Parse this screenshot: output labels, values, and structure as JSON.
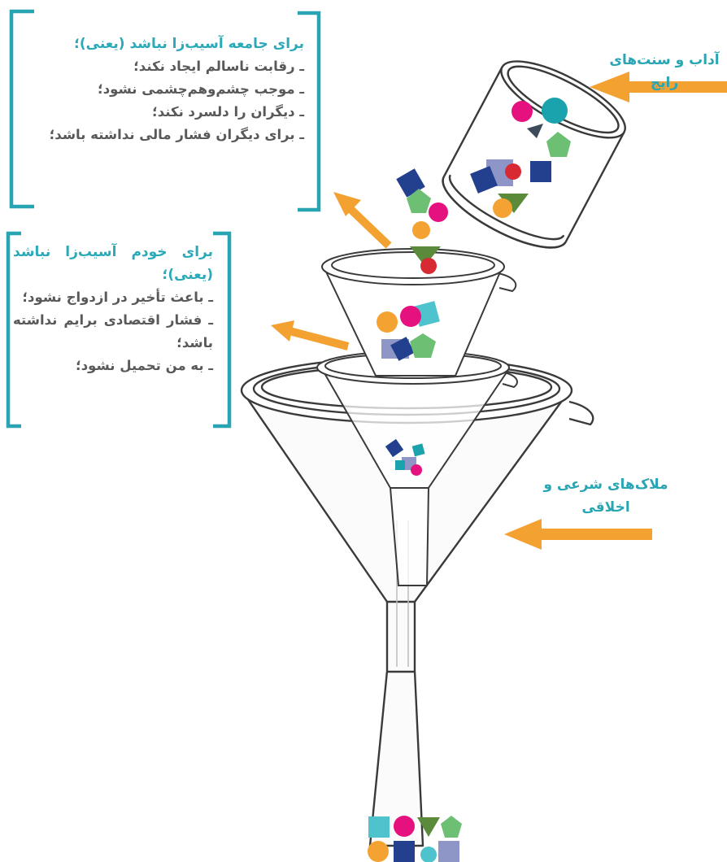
{
  "society_box": {
    "title": "برای جامعه آسیب‌زا نباشد (یعنی)؛",
    "items": [
      "ـ رقابت ناسالم ایجاد نکند؛",
      "ـ موجب چشم‌وهم‌چشمی نشود؛",
      "ـ دیگران را دلسرد نکند؛",
      "ـ برای دیگران فشار مالی نداشته باشد؛"
    ]
  },
  "self_box": {
    "title": "برای خودم آسیب‌زا نباشد (یعنی)؛",
    "items": [
      "ـ باعث تأخیر در ازدواج نشود؛",
      "ـ فشار اقتصادی برایم نداشته باشد؛",
      "ـ به من تحمیل نشود؛"
    ]
  },
  "customs_label": "آداب و سنت‌های رایج",
  "sharia_label": "ملاک‌های شرعی و اخلاقی",
  "colors": {
    "teal": "#2aa9b7",
    "orange": "#f4a232",
    "magenta": "#e5117f",
    "navy": "#23408e",
    "green": "#6cbf73",
    "olive": "#5a8a3a",
    "lavender": "#8d96c6",
    "red": "#d72a32",
    "text_gray": "#58595b"
  }
}
